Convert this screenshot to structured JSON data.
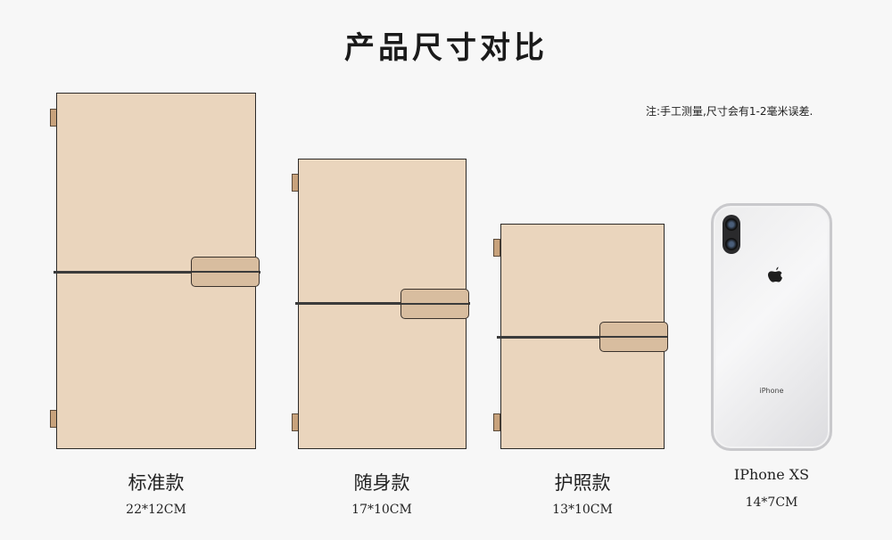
{
  "title": "产品尺寸对比",
  "note": "注:手工测量,尺寸会有1-2毫米误差.",
  "products": [
    {
      "name": "标准款",
      "size": "22*12CM"
    },
    {
      "name": "随身款",
      "size": "17*10CM"
    },
    {
      "name": "护照款",
      "size": "13*10CM"
    }
  ],
  "phone": {
    "name": "IPhone XS",
    "size": "14*7CM",
    "back_label": "iPhone",
    "icons": [
      "apple-logo-icon",
      "camera-icon"
    ]
  },
  "colors": {
    "cover": "#ead5bd",
    "clasp": "#d8bd9f",
    "band": "#3b3b3b",
    "tab": "#c8a27c"
  }
}
